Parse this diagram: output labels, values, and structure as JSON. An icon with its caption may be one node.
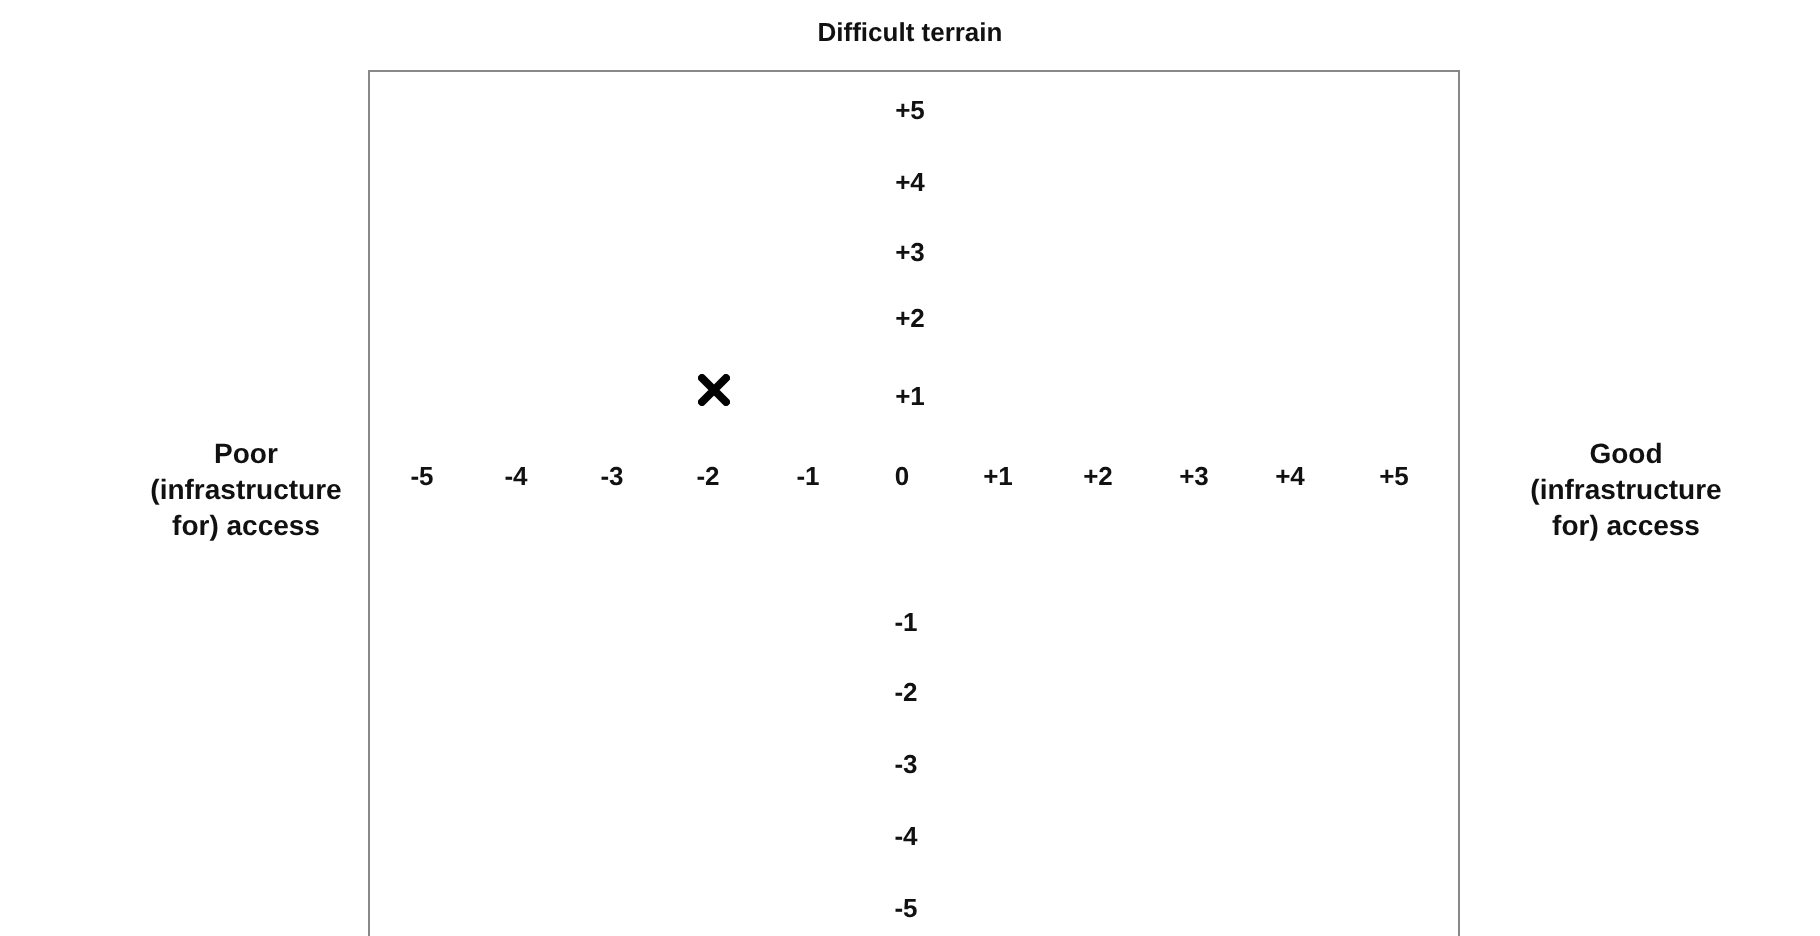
{
  "diagram": {
    "labels": [
      "Difficult terrain",
      "+5",
      "+4",
      "+3",
      "+2",
      "+1",
      "Poor (infrastructure for) access",
      "-5",
      "-4",
      "-3",
      "-2",
      "-1",
      "0",
      "+1",
      "+2",
      "+3",
      "+4",
      "+5",
      "Good (infrastructure for) access",
      "-1",
      "-2",
      "-3",
      "-4",
      "-5"
    ]
  }
}
